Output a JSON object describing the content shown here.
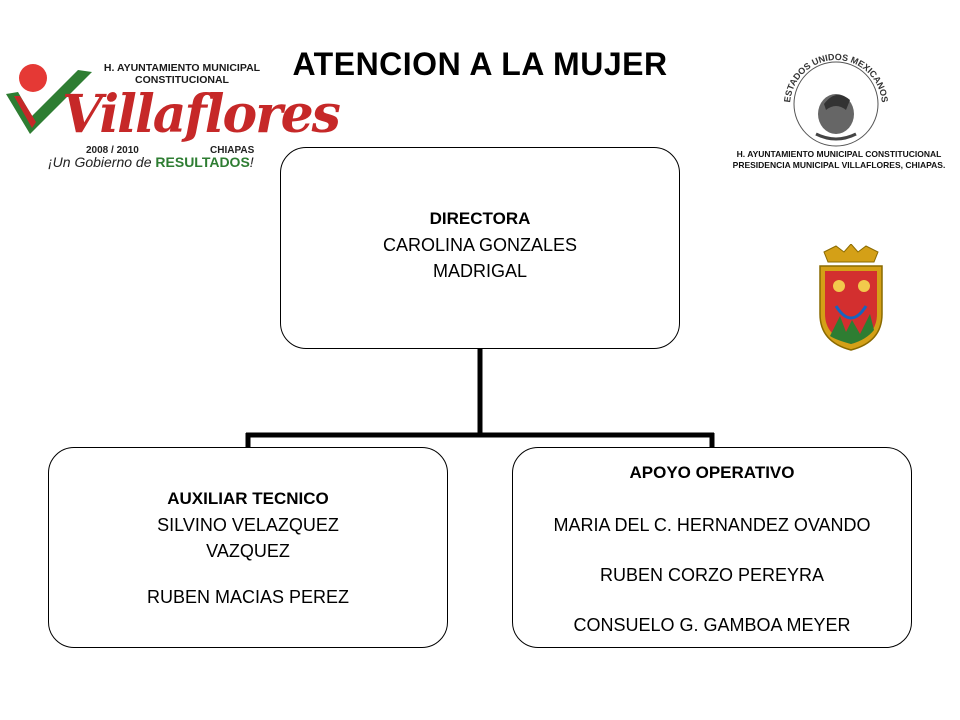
{
  "title": "ATENCION A LA MUJER",
  "logo_left": {
    "header": "H. AYUNTAMIENTO MUNICIPAL CONSTITUCIONAL",
    "brand": "Villaflores",
    "years": "2008 / 2010",
    "state": "CHIAPAS",
    "slogan_prefix": "¡Un Gobierno de ",
    "slogan_emphasis": "RESULTADOS",
    "slogan_suffix": "!",
    "colors": {
      "red": "#c62828",
      "green": "#2e7d32"
    }
  },
  "seal": {
    "ring_text": "ESTADOS UNIDOS MEXICANOS",
    "caption_line1": "H. AYUNTAMIENTO MUNICIPAL CONSTITUCIONAL",
    "caption_line2": "PRESIDENCIA MUNICIPAL VILLAFLORES, CHIAPAS."
  },
  "org": {
    "director": {
      "role": "DIRECTORA",
      "name_line1": "CAROLINA GONZALES",
      "name_line2": "MADRIGAL"
    },
    "auxiliar": {
      "role": "AUXILIAR TECNICO",
      "name1_line1": "SILVINO VELAZQUEZ",
      "name1_line2": "VAZQUEZ",
      "name2": "RUBEN MACIAS PEREZ"
    },
    "apoyo": {
      "role": "APOYO OPERATIVO",
      "name1": "MARIA DEL C. HERNANDEZ OVANDO",
      "name2": "RUBEN CORZO PEREYRA",
      "name3": "CONSUELO G. GAMBOA MEYER"
    }
  }
}
